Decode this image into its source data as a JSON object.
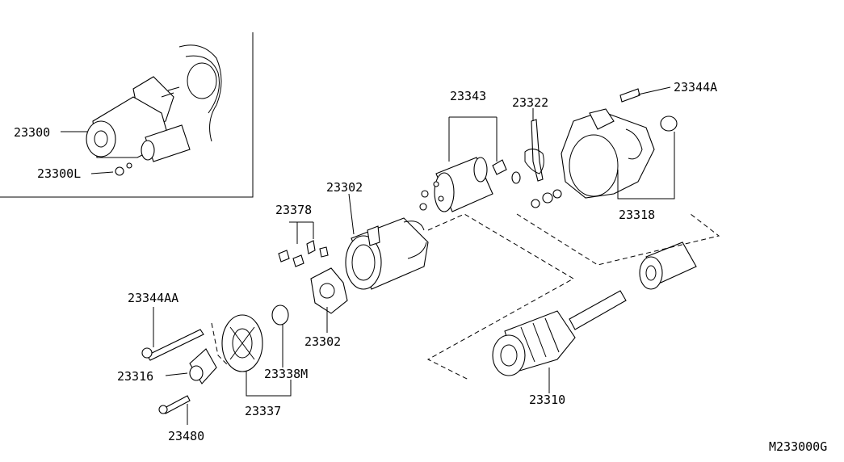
{
  "diagram_code": "M233000G",
  "parts": {
    "p23300": "23300",
    "p23300L": "23300L",
    "p23343": "23343",
    "p23322": "23322",
    "p23344A": "23344A",
    "p23318": "23318",
    "p23302_top": "23302",
    "p23378": "23378",
    "p23302_bottom": "23302",
    "p23344AA": "23344AA",
    "p23316": "23316",
    "p23338M": "23338M",
    "p23337": "23337",
    "p23480": "23480",
    "p23310": "23310"
  }
}
